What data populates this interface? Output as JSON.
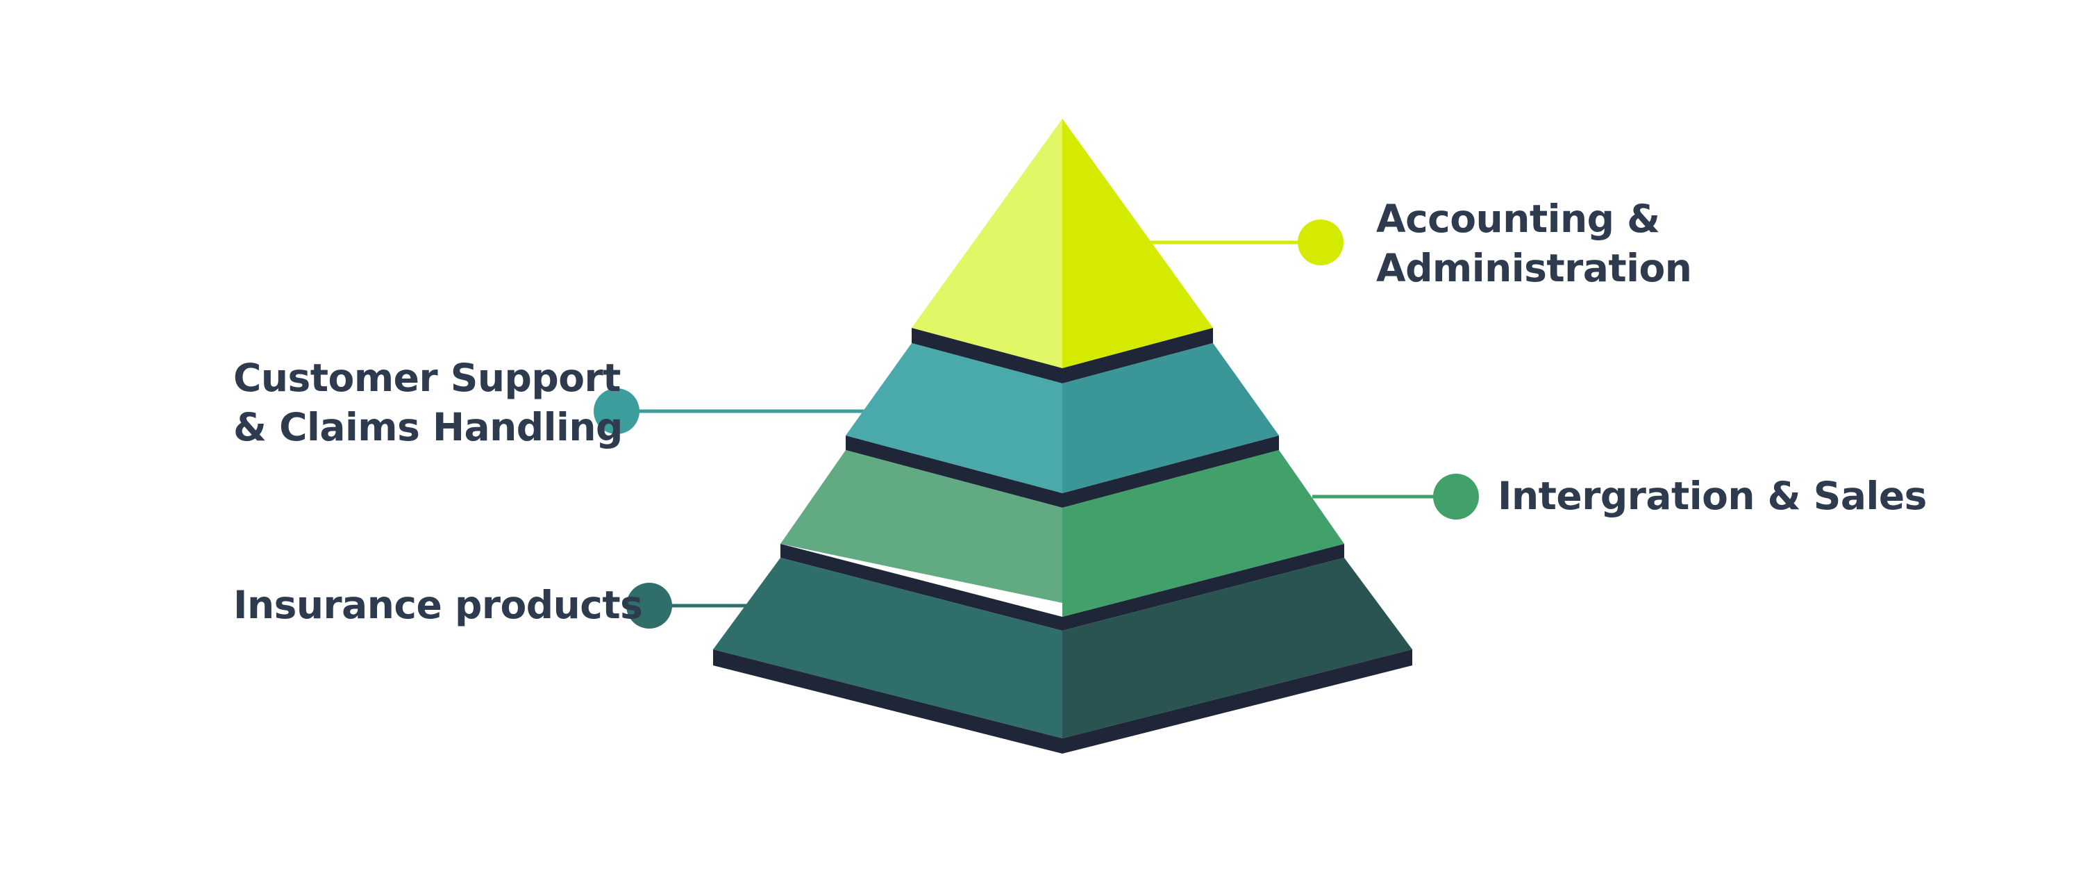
{
  "diagram": {
    "type": "pyramid",
    "tiers": [
      {
        "key": "accounting",
        "lines": [
          "Accounting &",
          "Administration"
        ],
        "color_light": "#e1f766",
        "color_dark": "#d4ea00",
        "dot_color": "#d4ea00"
      },
      {
        "key": "customer",
        "lines": [
          "Customer Support",
          "& Claims Handling"
        ],
        "color_light": "#49a9ab",
        "color_dark": "#3b9797",
        "dot_color": "#3d9c9c"
      },
      {
        "key": "integration",
        "lines": [
          "Intergration & Sales"
        ],
        "color_light": "#62ab82",
        "color_dark": "#42a06a",
        "dot_color": "#42a06a"
      },
      {
        "key": "insurance",
        "lines": [
          "Insurance products"
        ],
        "color_light": "#306e69",
        "color_dark": "#2a5451",
        "dot_color": "#306e69"
      }
    ],
    "edge_color": "#1e2638",
    "text_color": "#2e3a4d"
  }
}
